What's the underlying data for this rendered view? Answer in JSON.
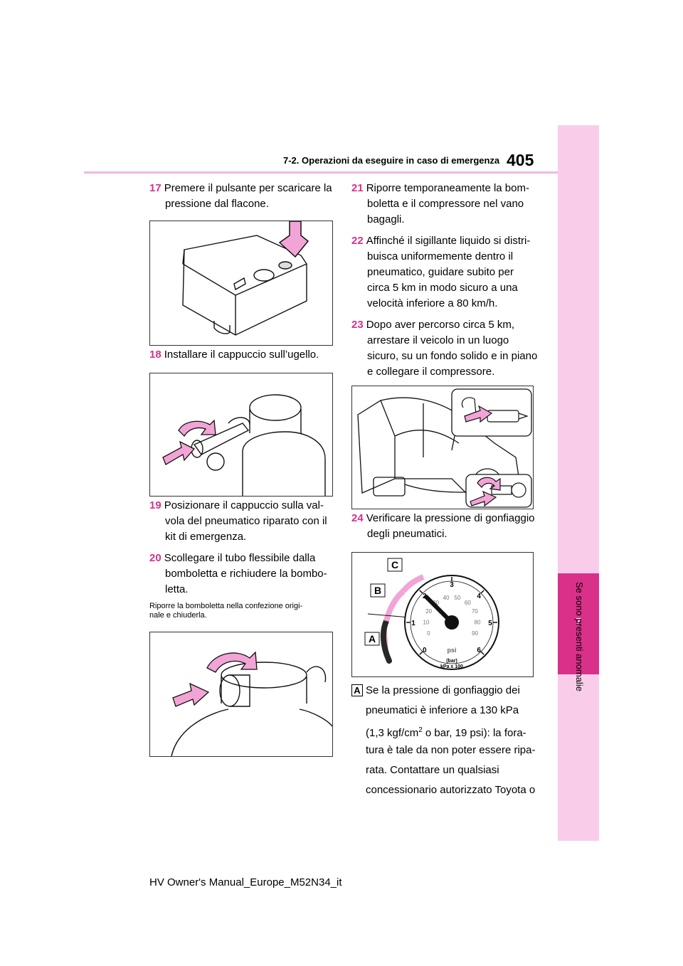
{
  "header": {
    "page_number": "405",
    "section_title": "7-2. Operazioni da eseguire in caso di emergenza"
  },
  "side_tab": {
    "chapter_number": "7",
    "chapter_title": "Se sono presenti anomalie"
  },
  "left_column": {
    "step17": {
      "num": "17",
      "text1": "Premere il pulsante per scaricare la",
      "text2": "pressione dal flacone."
    },
    "step18": {
      "num": "18",
      "text1": "Installare il cappuccio sull’ugello."
    },
    "step19": {
      "num": "19",
      "text1": "Posizionare il cappuccio sulla val-",
      "text2": "vola del pneumatico riparato con il",
      "text3": "kit di emergenza."
    },
    "step20": {
      "num": "20",
      "text1": "Scollegare il tubo flessibile dalla",
      "text2": "bomboletta e richiudere la bombo-",
      "text3": "letta."
    },
    "note1": "Riporre la bomboletta nella confezione origi-",
    "note2": "nale e chiuderla."
  },
  "right_column": {
    "step21": {
      "num": "21",
      "text1": "Riporre temporaneamente la bom-",
      "text2": "boletta e il compressore nel vano",
      "text3": "bagagli."
    },
    "step22": {
      "num": "22",
      "text1": "Affinché il sigillante liquido si distri-",
      "text2": "buisca uniformemente dentro il",
      "text3": "pneumatico, guidare subito per",
      "text4": "circa 5 km in modo sicuro a una",
      "text5": "velocità inferiore a 80 km/h."
    },
    "step23": {
      "num": "23",
      "text1": "Dopo aver percorso circa 5 km,",
      "text2": "arrestare il veicolo in un luogo",
      "text3": "sicuro, su un fondo solido e in piano",
      "text4": "e collegare il compressore."
    },
    "step24": {
      "num": "24",
      "text1": "Verificare la pressione di gonfiaggio",
      "text2": "degli pneumatici."
    },
    "labelA": {
      "label": "A",
      "line1": "Se la pressione di gonfiaggio dei",
      "line2": "pneumatici è inferiore a 130 kPa",
      "line3a": "(1,3 kgf/cm",
      "line3sup": "2",
      "line3b": " o bar, 19 psi): la fora-",
      "line4": "tura è tale da non poter essere ripa-",
      "line5": "rata. Contattare un qualsiasi",
      "line6": "concessionario autorizzato Toyota o"
    }
  },
  "gauge": {
    "labels": [
      "A",
      "B",
      "C"
    ],
    "outer_ticks": [
      "0",
      "1",
      "2",
      "3",
      "4",
      "5",
      "6"
    ],
    "inner_ticks": [
      "0",
      "10",
      "20",
      "30",
      "40",
      "50",
      "60",
      "70",
      "80",
      "90"
    ],
    "unit_psi": "psi",
    "unit_bar": "(bar)",
    "unit_kpa": "kPa x 100"
  },
  "footer": "HV Owner's Manual_Europe_M52N34_it"
}
